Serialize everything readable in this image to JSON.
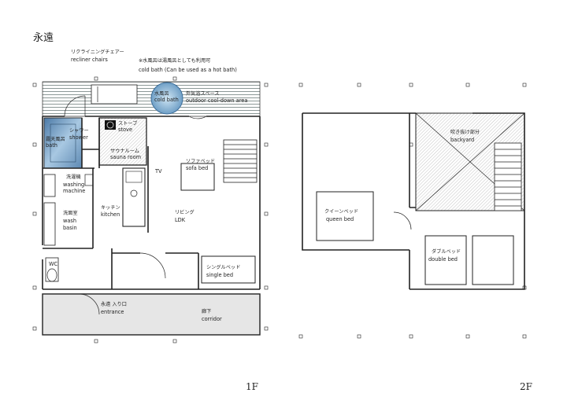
{
  "title": "永遠",
  "floor_labels": {
    "first": "1F",
    "second": "2F"
  },
  "first_floor": {
    "recliner_jp": "リクライニングチェアー",
    "recliner_en": "recliner chairs",
    "note_jp": "※水風呂は湯風呂としても利用可",
    "note_en": "cold bath (Can be used as a hot bath)",
    "cold_bath_jp": "水風呂",
    "cold_bath_en": "cold bath",
    "outdoor_jp": "外気浴スペース",
    "outdoor_en": "outdoor cool-down area",
    "shower_jp": "シャワー",
    "shower_en": "shower",
    "stove_jp": "ストーブ",
    "stove_en": "stove",
    "bath_jp": "露天風呂",
    "bath_en": "bath",
    "sauna_jp": "サウナルーム",
    "sauna_en": "sauna room",
    "sofa_jp": "ソファベッド",
    "sofa_en": "sofa bed",
    "tv": "TV",
    "washing_jp": "洗濯機",
    "washing_en1": "washing",
    "washing_en2": "machine",
    "kitchen_jp": "キッチン",
    "kitchen_en": "kitchen",
    "living_jp": "リビング",
    "living_en": "LDK",
    "wash_jp": "洗面室",
    "wash_en1": "wash",
    "wash_en2": "basin",
    "single_jp": "シングルベッド",
    "single_en": "single bed",
    "wc": "WC",
    "entrance_jp": "永遠 入り口",
    "entrance_en": "entrance",
    "corridor_jp": "廊下",
    "corridor_en": "corridor"
  },
  "second_floor": {
    "backyard_jp": "吹き抜け部分",
    "backyard_en": "backyard",
    "queen_jp": "クイーンベッド",
    "queen_en": "queen bed",
    "double_jp": "ダブルベッド",
    "double_en": "double bed"
  }
}
